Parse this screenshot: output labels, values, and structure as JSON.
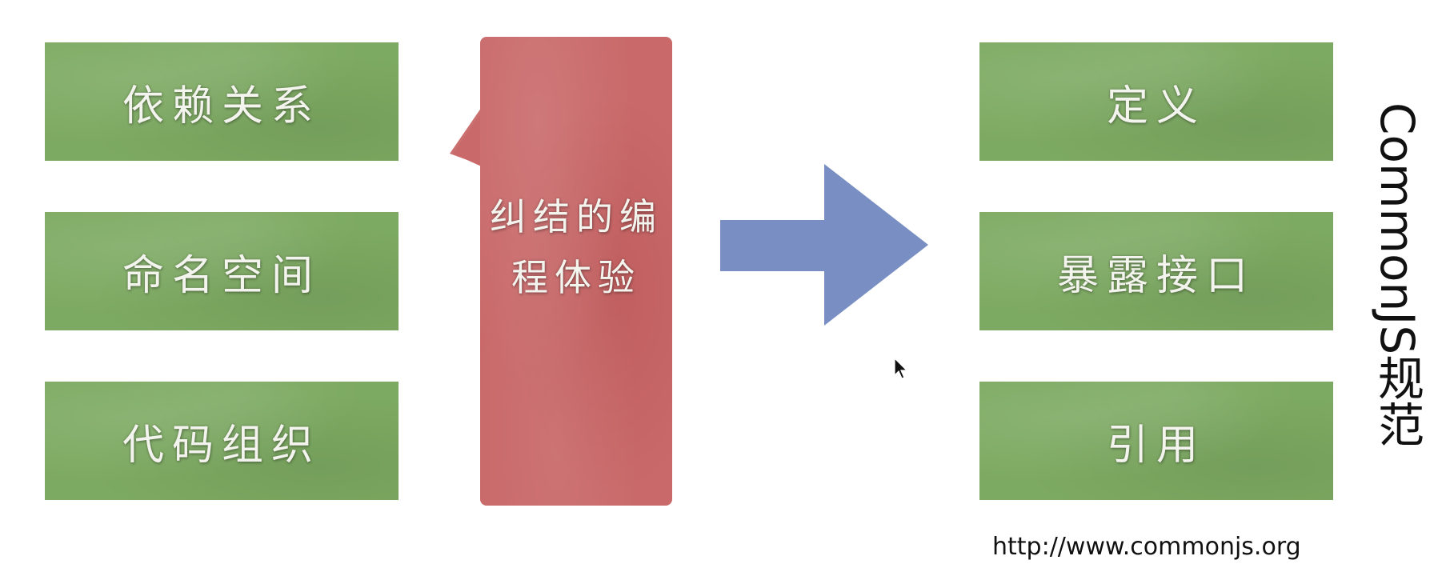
{
  "left_boxes": [
    {
      "label": "依赖关系"
    },
    {
      "label": "命名空间"
    },
    {
      "label": "代码组织"
    }
  ],
  "center_box": {
    "line1": "纠结的编",
    "line2": "程体验"
  },
  "arrow_icon": "right-arrow-icon",
  "right_boxes": [
    {
      "label": "定义"
    },
    {
      "label": "暴露接口"
    },
    {
      "label": "引用"
    }
  ],
  "side_title": "CommonJS规范",
  "url": "http://www.commonjs.org",
  "colors": {
    "green": "#7daa62",
    "red": "#c9696a",
    "arrow": "#7189c0"
  }
}
